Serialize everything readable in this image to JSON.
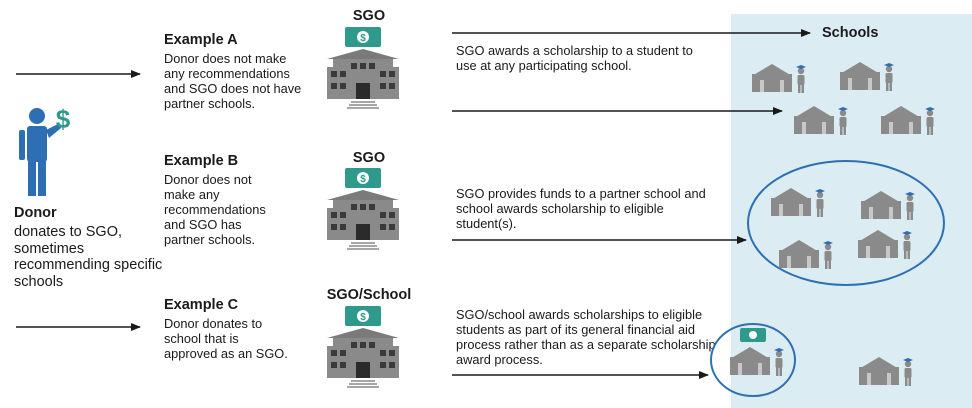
{
  "donor": {
    "label": "Donor",
    "description": "donates to SGO, sometimes recommending specific schools",
    "icon": "donor-with-dollar-icon"
  },
  "examples": [
    {
      "title": "Example A",
      "description": "Donor does not make any recommendations and SGO does not have partner schools.",
      "org_label": "SGO",
      "flow_text": "SGO awards a scholarship to a student to use at any participating school."
    },
    {
      "title": "Example B",
      "description": "Donor does not make any recommendations and SGO has partner schools.",
      "org_label": "SGO",
      "flow_text": "SGO provides funds to a partner school and school awards scholarship to eligible student(s)."
    },
    {
      "title": "Example C",
      "description": "Donor donates to school that is approved as an SGO.",
      "org_label": "SGO/School",
      "flow_text": "SGO/school awards scholarships to eligible students as part of its general financial aid process rather than as a separate scholarship award process."
    }
  ],
  "schools": {
    "label": "Schools"
  },
  "colors": {
    "panel": "#dcecf3",
    "building": "#8a8a8a",
    "building_dark": "#555555",
    "money": "#2f9a8c",
    "donor": "#2e6fb3",
    "circle": "#2e6fb3",
    "arrow": "#1a1a1a"
  }
}
